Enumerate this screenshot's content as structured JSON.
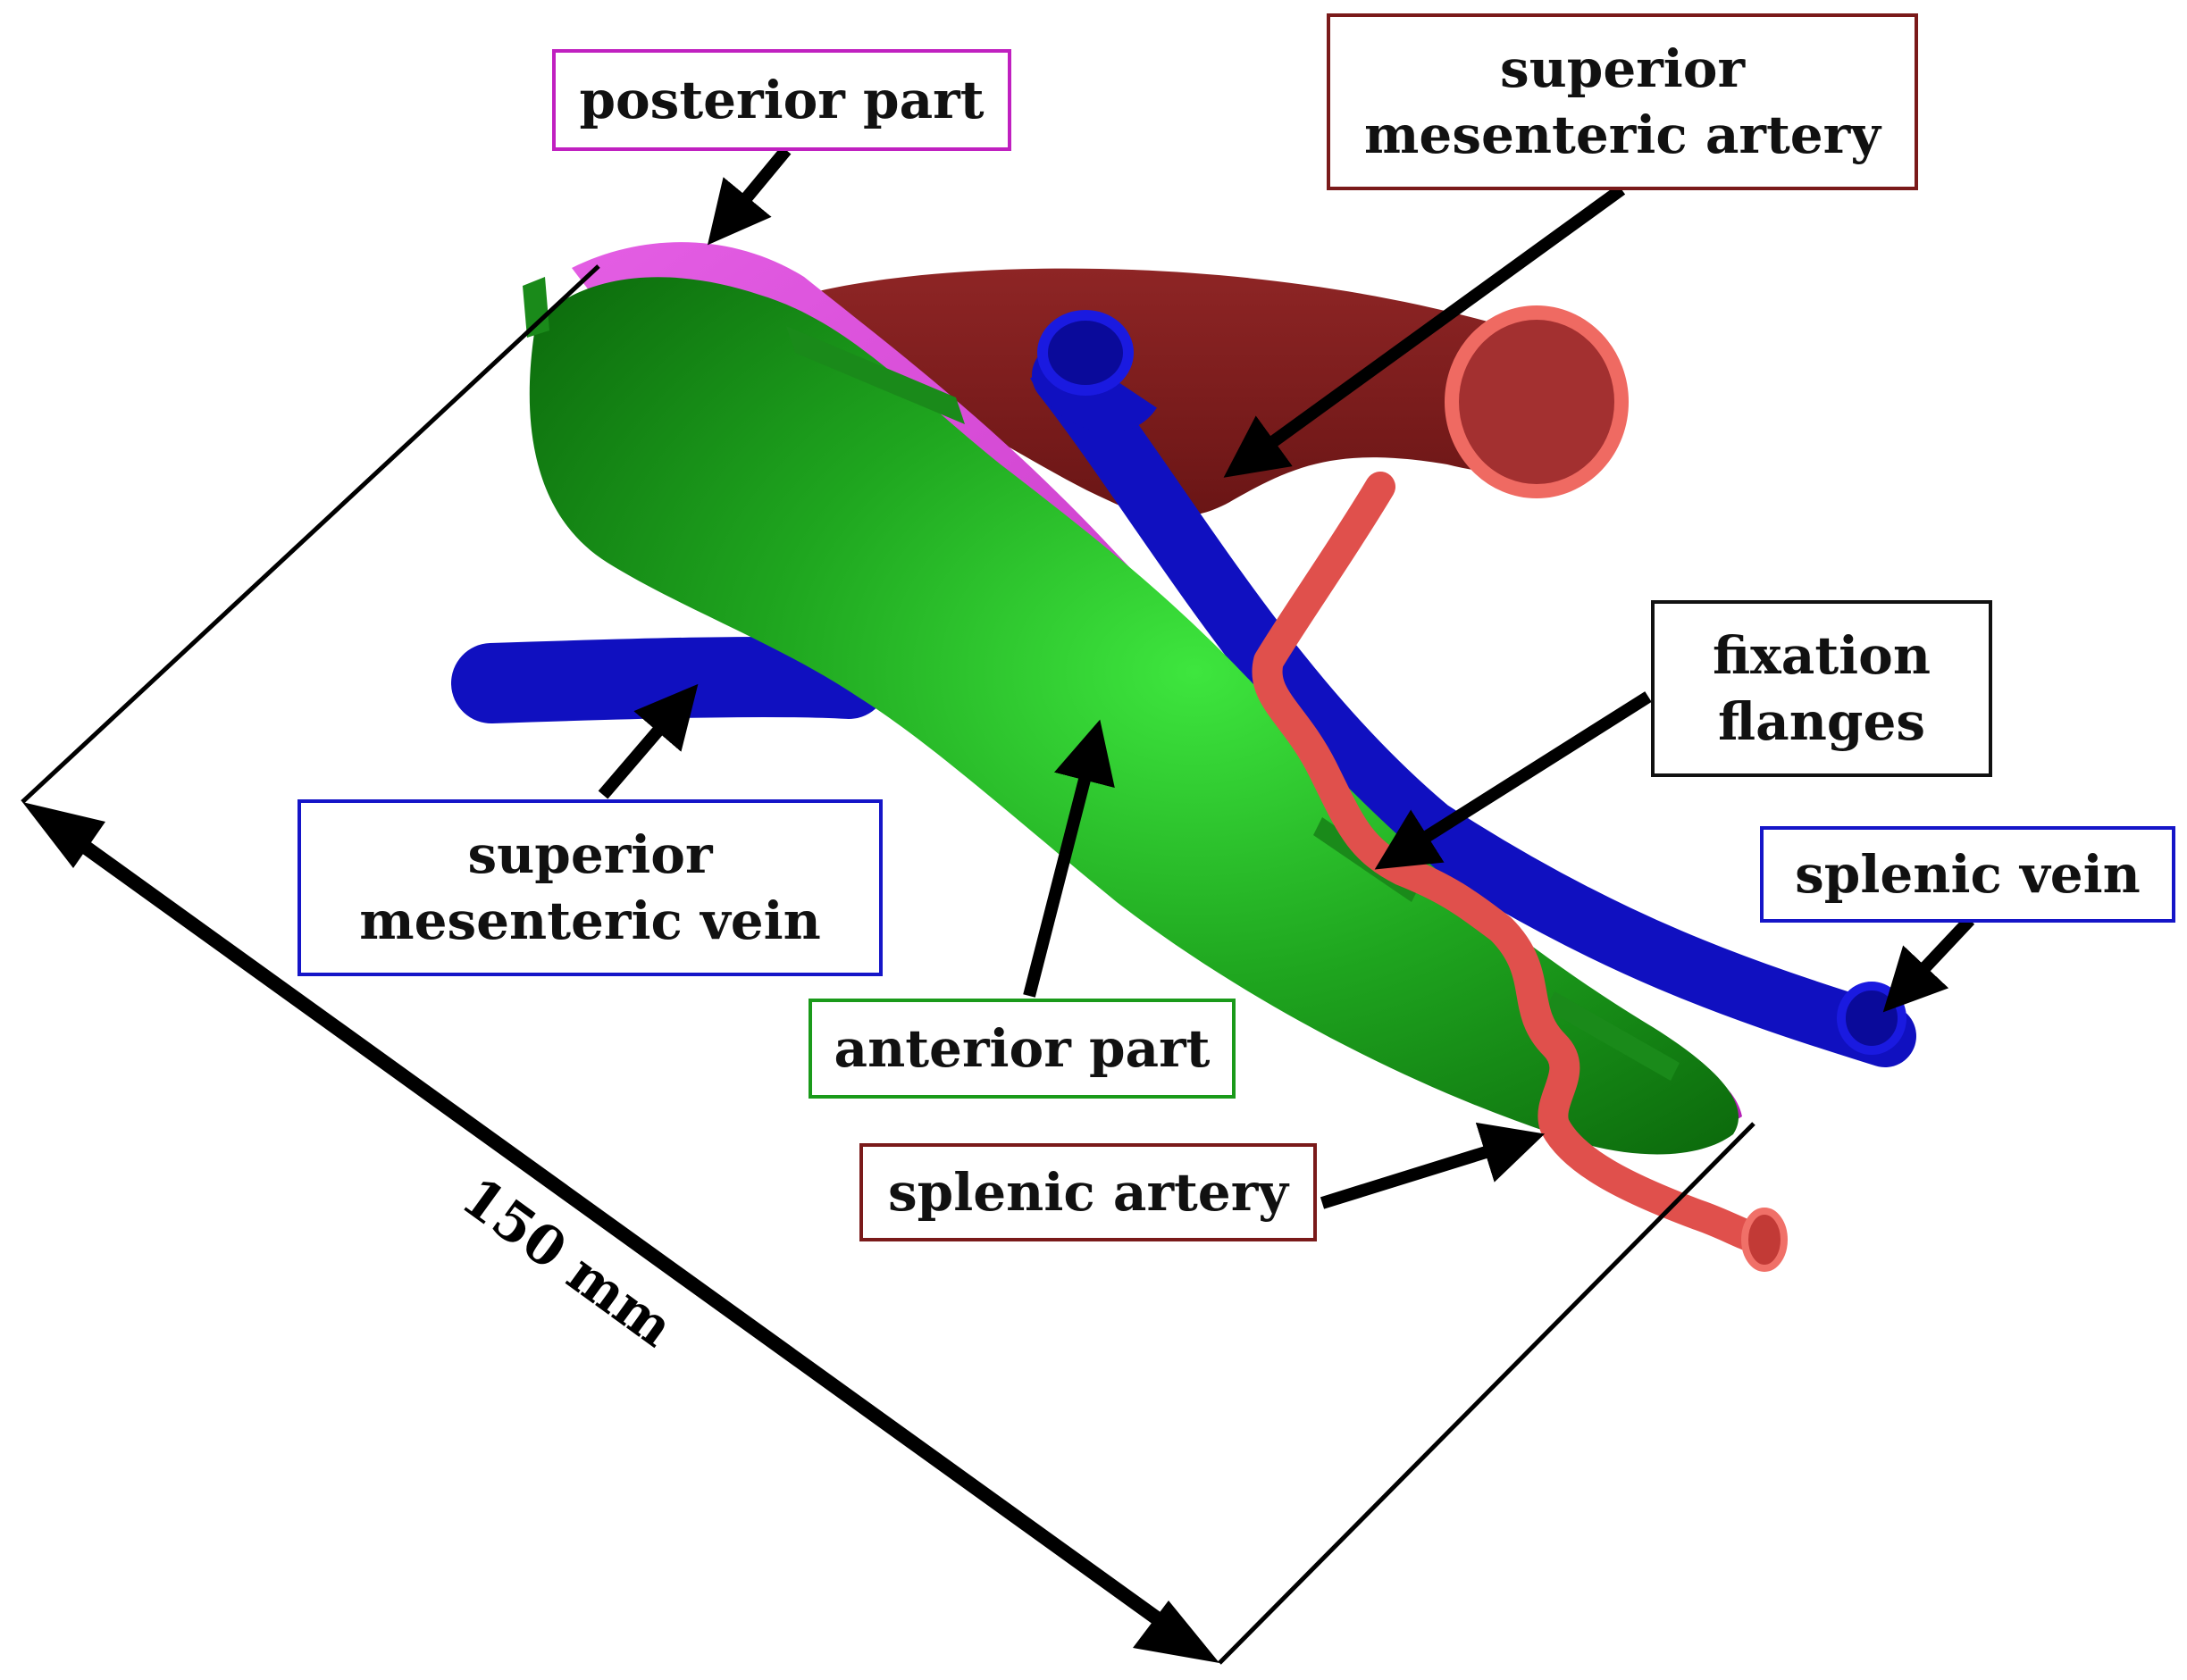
{
  "labels": {
    "posterior_part": "posterior part",
    "superior_mesenteric_artery": [
      "superior",
      "mesenteric artery"
    ],
    "fixation_flanges": [
      "fixation",
      "flanges"
    ],
    "superior_mesenteric_vein": [
      "superior",
      "mesenteric vein"
    ],
    "splenic_vein": "splenic vein",
    "anterior_part": "anterior part",
    "splenic_artery": "splenic artery"
  },
  "dimension": "150 mm",
  "colors": {
    "posterior_part": "#cc33cc",
    "anterior_part": "#1f9a1f",
    "artery_dark": "#7e1e1e",
    "artery_light": "#e0504c",
    "vein": "#1212c8",
    "arrow": "#000000"
  }
}
